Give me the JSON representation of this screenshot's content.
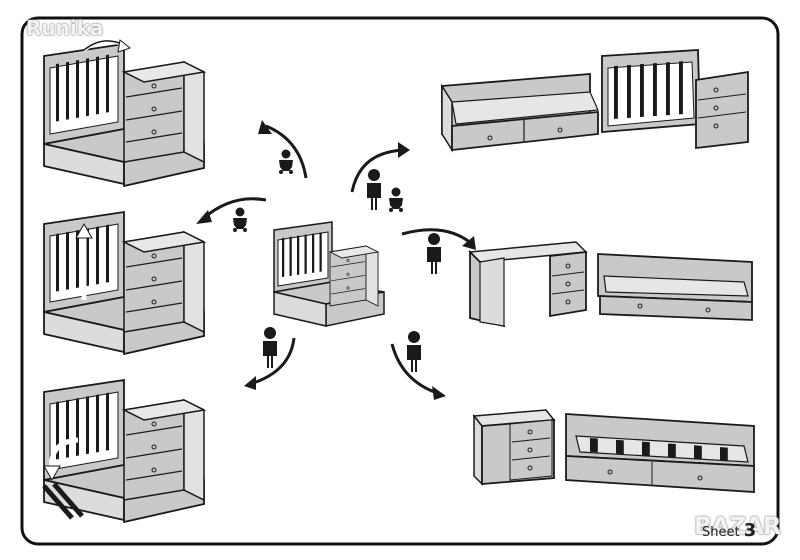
{
  "watermark_top": "Runika",
  "watermark_bottom": "BAZAR",
  "sheet": {
    "label": "Sheet",
    "number": "3"
  },
  "colors": {
    "frame": "#111111",
    "panel": "#c9c9c9",
    "panel_light": "#e2e2e2",
    "outline": "#1a1a1a",
    "person": "#1a1a1a",
    "accent_arrow": "#ffffff"
  },
  "icons": [
    "rotate-arrow-icon",
    "baby-icon",
    "child-icon",
    "adult-icon",
    "curved-arrow-icon",
    "tool-icon"
  ],
  "stages": [
    {
      "id": "center",
      "name": "convertible-crib-center"
    },
    {
      "id": "top-left",
      "name": "crib-with-dresser-top-left"
    },
    {
      "id": "mid-left",
      "name": "crib-lowered-side-mid-left"
    },
    {
      "id": "bottom-left",
      "name": "crib-removed-rail-bottom-left"
    },
    {
      "id": "top-right",
      "name": "bed-and-crib-top-right"
    },
    {
      "id": "mid-right",
      "name": "desk-and-bed-mid-right"
    },
    {
      "id": "bottom-right",
      "name": "nightstand-and-bed-bottom-right"
    }
  ]
}
